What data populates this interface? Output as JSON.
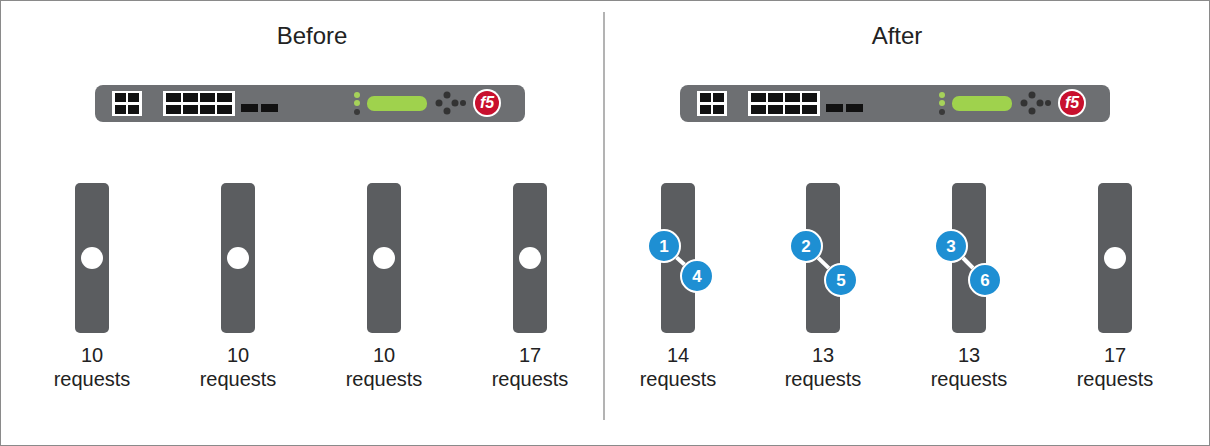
{
  "diagram": {
    "nodes": [
      {
        "text": [
          "10 requests"
        ]
      },
      {
        "text": [
          "10 requests"
        ]
      },
      {
        "text": [
          "10 requests"
        ]
      },
      {
        "text": [
          "17 requests"
        ]
      },
      {
        "text": [
          "14 requests"
        ]
      },
      {
        "text": [
          "1"
        ],
        "in": 4
      },
      {
        "text": [
          "4"
        ],
        "in": 4
      },
      {
        "text": [
          "13 requests"
        ]
      },
      {
        "text": [
          "2"
        ],
        "in": 7
      },
      {
        "text": [
          "5"
        ],
        "in": 7
      },
      {
        "text": [
          "13 requests"
        ]
      },
      {
        "text": [
          "3"
        ],
        "in": 10
      },
      {
        "text": [
          "6"
        ],
        "in": 10
      },
      {
        "text": [
          "17 requests"
        ]
      }
    ],
    "edges": [
      {
        "from": 5,
        "to": 6,
        "arrow": "none"
      },
      {
        "from": 8,
        "to": 9,
        "arrow": "none"
      },
      {
        "from": 11,
        "to": 12,
        "arrow": "none"
      }
    ],
    "labels": [
      "Before",
      "After",
      "f5",
      "f5"
    ]
  }
}
